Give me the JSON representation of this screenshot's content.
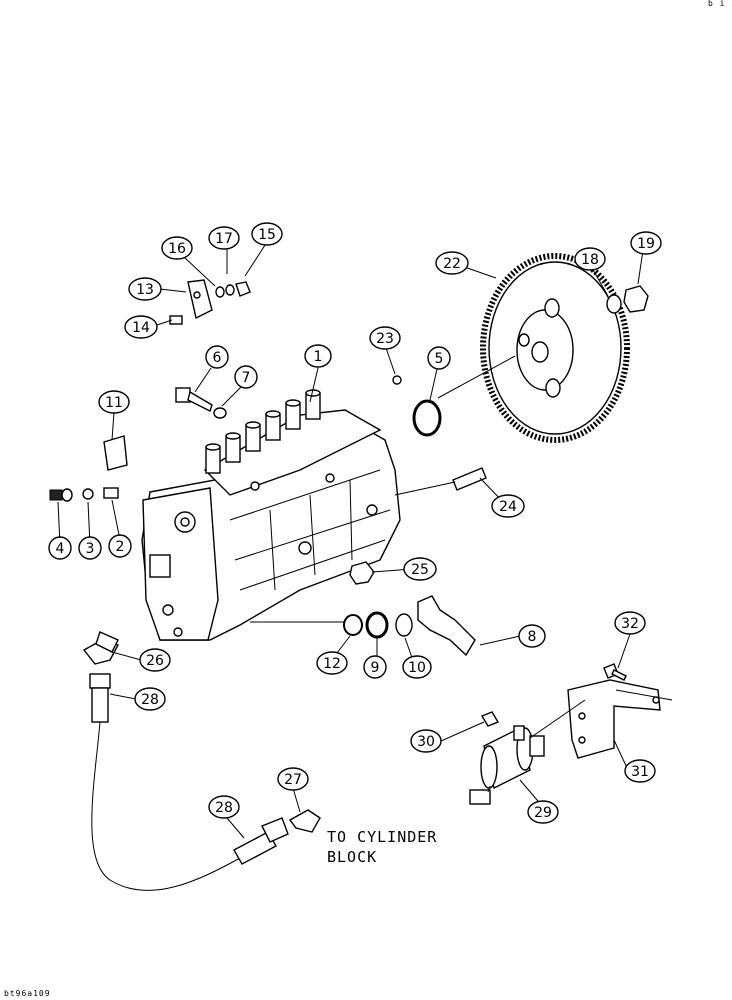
{
  "corner_code": "b i l l",
  "figure_code": "bt96a109",
  "note": {
    "line1": "TO CYLINDER",
    "line2": "BLOCK"
  },
  "callouts": [
    "1",
    "2",
    "3",
    "4",
    "5",
    "6",
    "7",
    "8",
    "9",
    "10",
    "11",
    "12",
    "13",
    "14",
    "15",
    "16",
    "17",
    "18",
    "19",
    "22",
    "23",
    "24",
    "25",
    "26",
    "27",
    "28",
    "28",
    "29",
    "30",
    "31",
    "32"
  ]
}
